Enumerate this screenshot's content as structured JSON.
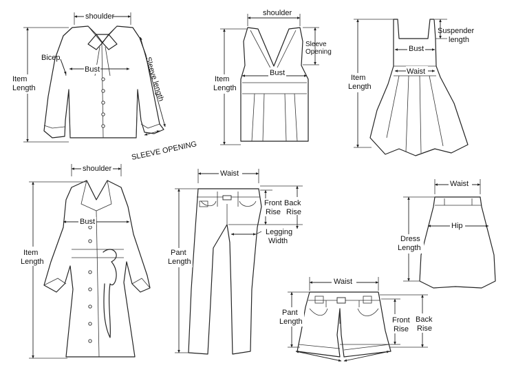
{
  "garments": {
    "shirt": {
      "shoulder": "shoulder",
      "bicep": "Bicep",
      "bust": "Bust",
      "item_length_1": "Item",
      "item_length_2": "Length",
      "sleeve_length": "Sleeve length",
      "sleeve_opening": "SLEEVE OPENING"
    },
    "vest_top": {
      "shoulder": "shoulder",
      "sleeve_opening_1": "Sleeve",
      "sleeve_opening_2": "Opening",
      "bust": "Bust",
      "item_length_1": "Item",
      "item_length_2": "Length"
    },
    "strap_dress": {
      "suspender_1": "Suspender",
      "suspender_2": "length",
      "bust": "Bust",
      "waist": "Waist",
      "item_length_1": "Item",
      "item_length_2": "Length"
    },
    "coat": {
      "shoulder": "shoulder",
      "bust": "Bust",
      "item_length_1": "Item",
      "item_length_2": "Length"
    },
    "pants": {
      "waist": "Waist",
      "front_rise_1": "Front",
      "front_rise_2": "Rise",
      "back_rise_1": "Back",
      "back_rise_2": "Rise",
      "legging_1": "Legging",
      "legging_2": "Width",
      "pant_length_1": "Pant",
      "pant_length_2": "Length"
    },
    "skirt": {
      "waist": "Waist",
      "hip": "Hip",
      "dress_length_1": "Dress",
      "dress_length_2": "Length"
    },
    "shorts": {
      "waist": "Waist",
      "pant_length_1": "Pant",
      "pant_length_2": "Length",
      "front_rise_1": "Front",
      "front_rise_2": "Rise",
      "back_rise_1": "Back",
      "back_rise_2": "Rise"
    }
  }
}
